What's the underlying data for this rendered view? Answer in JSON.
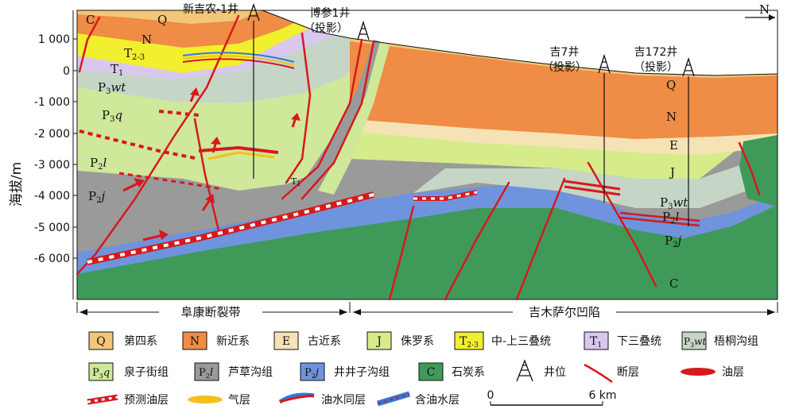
{
  "y_axis": {
    "label": "海拔/m",
    "ticks": [
      "1 000",
      "0",
      "-1 000",
      "-2 000",
      "-3 000",
      "-4 000",
      "-5 000",
      "-6 000"
    ]
  },
  "north": "N",
  "wells": {
    "xjn1": "新吉农-1井",
    "bc1": "博参1井",
    "bc1_note": "（投影）",
    "j7": "吉7井",
    "j7_note": "（投影）",
    "j172": "吉172井",
    "j172_note": "（投影）"
  },
  "section_labels": {
    "Q_left": "Q",
    "N_left": "N",
    "T23": "T",
    "T23_sub": "2-3",
    "T1": "T",
    "T1_sub": "1",
    "P3wt": "P",
    "P3wt_sub": "3",
    "P3wt_suf": "wt",
    "P3q": "P",
    "P3q_sub": "3",
    "P3q_suf": "q",
    "P2l": "P",
    "P2l_sub": "2",
    "P2l_suf": "l",
    "P2j": "P",
    "P2j_sub": "2",
    "P2j_suf": "j",
    "C_left": "C",
    "T1_small": "T",
    "T1_small_sub": "1",
    "Q_right": "Q",
    "N_right": "N",
    "E_right": "E",
    "J_right": "J",
    "P3wt_r": "P",
    "P3wt_r_sub": "3",
    "P3wt_r_suf": "wt",
    "P2l_r": "P",
    "P2l_r_sub": "2",
    "P2l_r_suf": "l",
    "P2j_r": "P",
    "P2j_r_sub": "2",
    "P2j_r_suf": "j",
    "C_right": "C"
  },
  "zones": {
    "left": "阜康断裂带",
    "right": "吉木萨尔凹陷"
  },
  "legend": {
    "Q": {
      "sym": "Q",
      "label": "第四系",
      "color": "#f2c77a"
    },
    "N": {
      "sym": "N",
      "label": "新近系",
      "color": "#ef8c45"
    },
    "E": {
      "sym": "E",
      "label": "古近系",
      "color": "#f6e3b5"
    },
    "J": {
      "sym": "J",
      "label": "侏罗系",
      "color": "#d6ec8a"
    },
    "T23": {
      "sym": "T",
      "sub": "2-3",
      "label": "中-上三叠统",
      "color": "#f2ef2e"
    },
    "T1": {
      "sym": "T",
      "sub": "1",
      "label": "下三叠统",
      "color": "#d8c8ee"
    },
    "P3wt": {
      "sym": "P",
      "sub": "3",
      "suf": "wt",
      "label": "梧桐沟组",
      "color": "#c6d6c6"
    },
    "P3q": {
      "sym": "P",
      "sub": "3",
      "suf": "q",
      "label": "泉子街组",
      "color": "#cfe89a"
    },
    "P2l": {
      "sym": "P",
      "sub": "2",
      "suf": "l",
      "label": "芦草沟组",
      "color": "#9a9a9a"
    },
    "P2j": {
      "sym": "P",
      "sub": "2",
      "suf": "j",
      "label": "井井子沟组",
      "color": "#6f93dc"
    },
    "C": {
      "sym": "C",
      "label": "石炭系",
      "color": "#3f9a5a"
    },
    "well": {
      "label": "井位"
    },
    "fault": {
      "label": "断层"
    },
    "oil": {
      "label": "油层"
    },
    "pred_oil": {
      "label": "预测油层"
    },
    "gas": {
      "label": "气层"
    },
    "oil_water": {
      "label": "油水同层"
    },
    "water_oil": {
      "label": "含油水层"
    }
  },
  "scale": {
    "zero": "0",
    "max": "6 km"
  }
}
